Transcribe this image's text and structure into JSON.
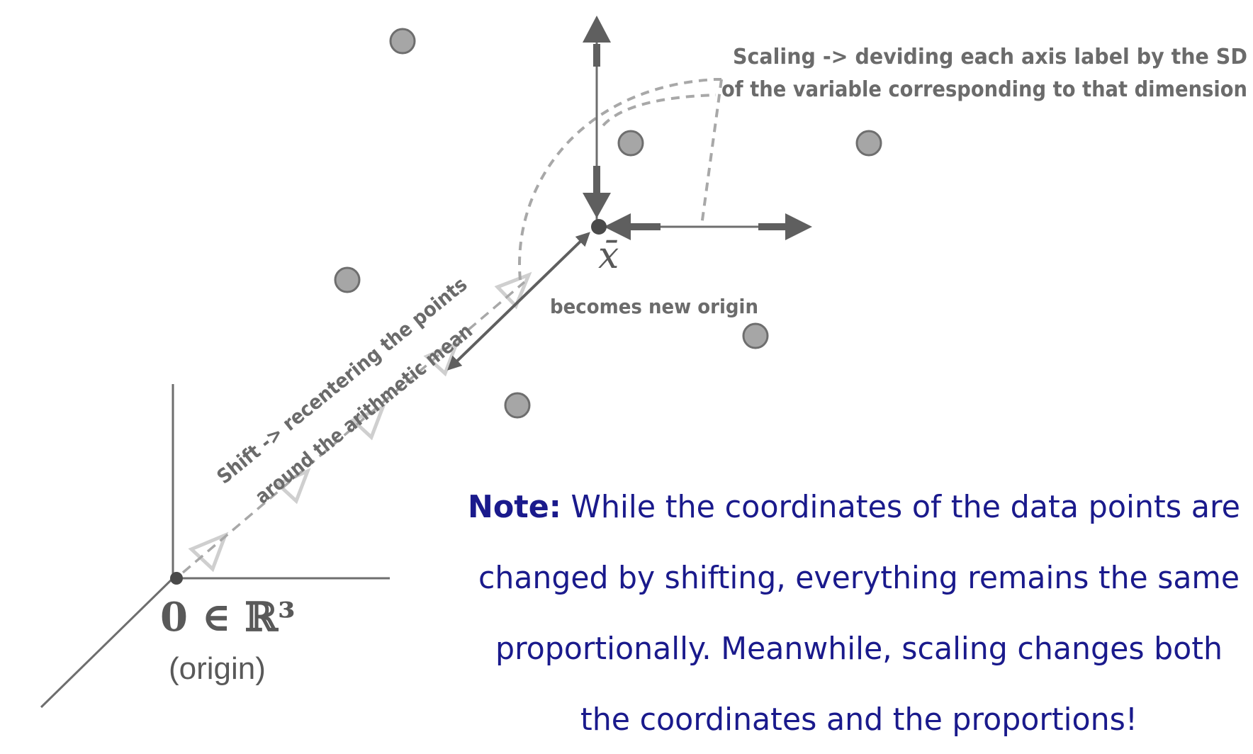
{
  "labels": {
    "scaling_line1": "Scaling -> deviding each axis label by the SD",
    "scaling_line2": "of the variable corresponding to that dimension",
    "mean_symbol": "x̄",
    "new_origin": "becomes new origin",
    "shift_line1": "Shift -> recentering the points",
    "shift_line2": "around the arithmetic mean",
    "origin_math": "0 ∈ ℝ³",
    "origin_caption": "(origin)"
  },
  "note": {
    "prefix": "Note:",
    "line1": "While the coordinates of the data points are",
    "line2": "changed by shifting, everything remains the same",
    "line3": "proportionally. Meanwhile, scaling changes both",
    "line4": "the coordinates and the proportions!"
  },
  "colors": {
    "axis": "#6e6e6e",
    "arrow": "#5f5f5f",
    "dashed": "#a8a8a8",
    "point_fill": "#a6a6a6",
    "point_stroke": "#6e6e6e",
    "ghost": "#cfcfcf",
    "note_text": "#1a1a8c"
  }
}
